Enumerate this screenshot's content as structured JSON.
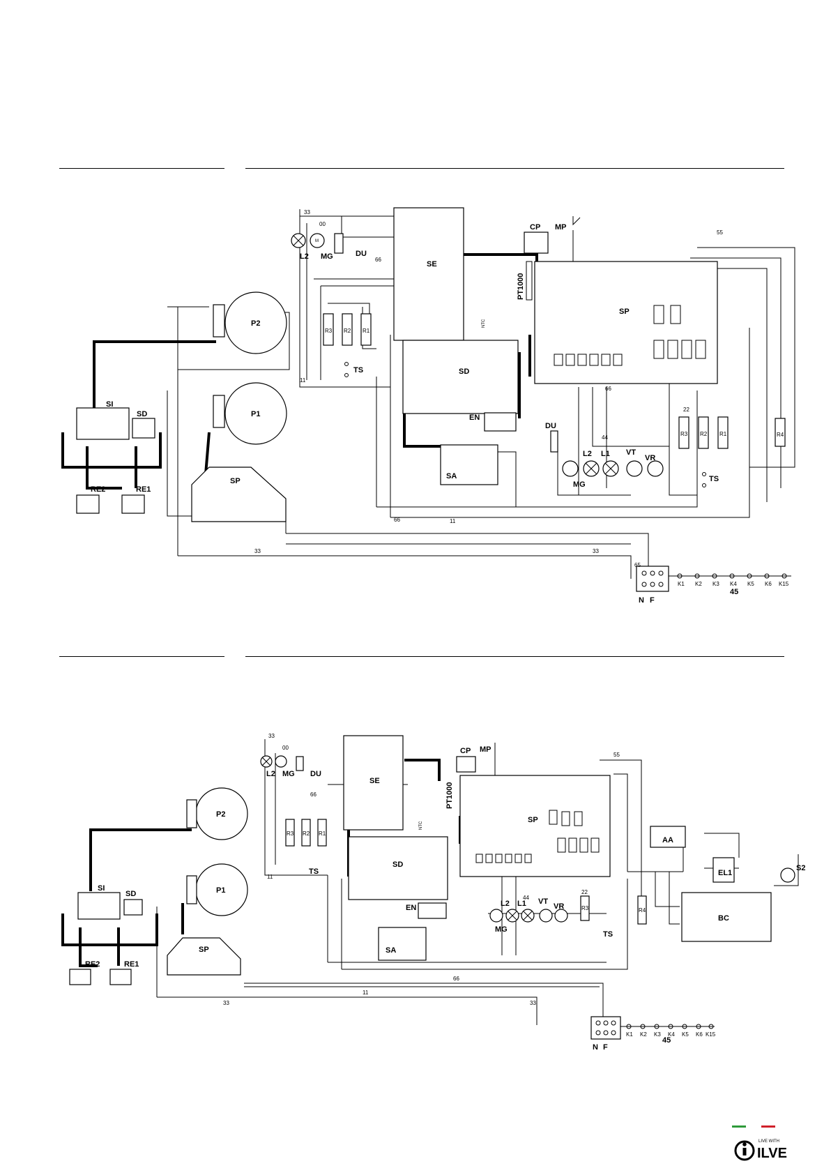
{
  "colors": {
    "flag_green": "#2e9a3a",
    "flag_red": "#d0202a",
    "ink": "#000000"
  },
  "logo": {
    "tagline": "LIVE WITH",
    "brand": "ILVE"
  },
  "diagrams": [
    {
      "components": {
        "se": "SE",
        "sd": "SD",
        "sp": "SP",
        "sa": "SA",
        "en": "EN",
        "cp": "CP",
        "mp": "MP",
        "du": "DU",
        "l2": "L2",
        "l1": "L1",
        "mg": "MG",
        "vt": "VT",
        "vr": "VR",
        "ts": "TS",
        "pt1000": "PT1000",
        "ntc": "NTC",
        "p1": "P1",
        "p2": "P2",
        "si": "SI",
        "sd_small": "SD",
        "re1": "RE1",
        "re2": "RE2",
        "sp_small": "SP",
        "r1": "R1",
        "r2": "R2",
        "r3": "R3",
        "r4": "R4",
        "n": "N",
        "f": "F",
        "k_list": [
          "K1",
          "K2",
          "K3",
          "K4",
          "K5",
          "K6",
          "K15"
        ],
        "k_code": "45"
      },
      "wire_codes": [
        "33",
        "00",
        "66",
        "11",
        "22",
        "44",
        "55",
        "65"
      ]
    },
    {
      "components": {
        "se": "SE",
        "sd": "SD",
        "sp": "SP",
        "sa": "SA",
        "en": "EN",
        "cp": "CP",
        "mp": "MP",
        "du": "DU",
        "l2": "L2",
        "l1": "L1",
        "mg": "MG",
        "vt": "VT",
        "vr": "VR",
        "ts": "TS",
        "pt1000": "PT1000",
        "ntc": "NTC",
        "p1": "P1",
        "p2": "P2",
        "si": "SI",
        "sd_small": "SD",
        "re1": "RE1",
        "re2": "RE2",
        "sp_small": "SP",
        "r1": "R1",
        "r2": "R2",
        "r3": "R3",
        "r4": "R4",
        "n": "N",
        "f": "F",
        "aa": "AA",
        "el1": "EL1",
        "bc": "BC",
        "s2": "S2",
        "k_list": [
          "K1",
          "K2",
          "K3",
          "K4",
          "K5",
          "K6",
          "K15"
        ],
        "k_code": "45"
      },
      "wire_codes": [
        "33",
        "00",
        "66",
        "11",
        "22",
        "44",
        "55"
      ]
    }
  ]
}
